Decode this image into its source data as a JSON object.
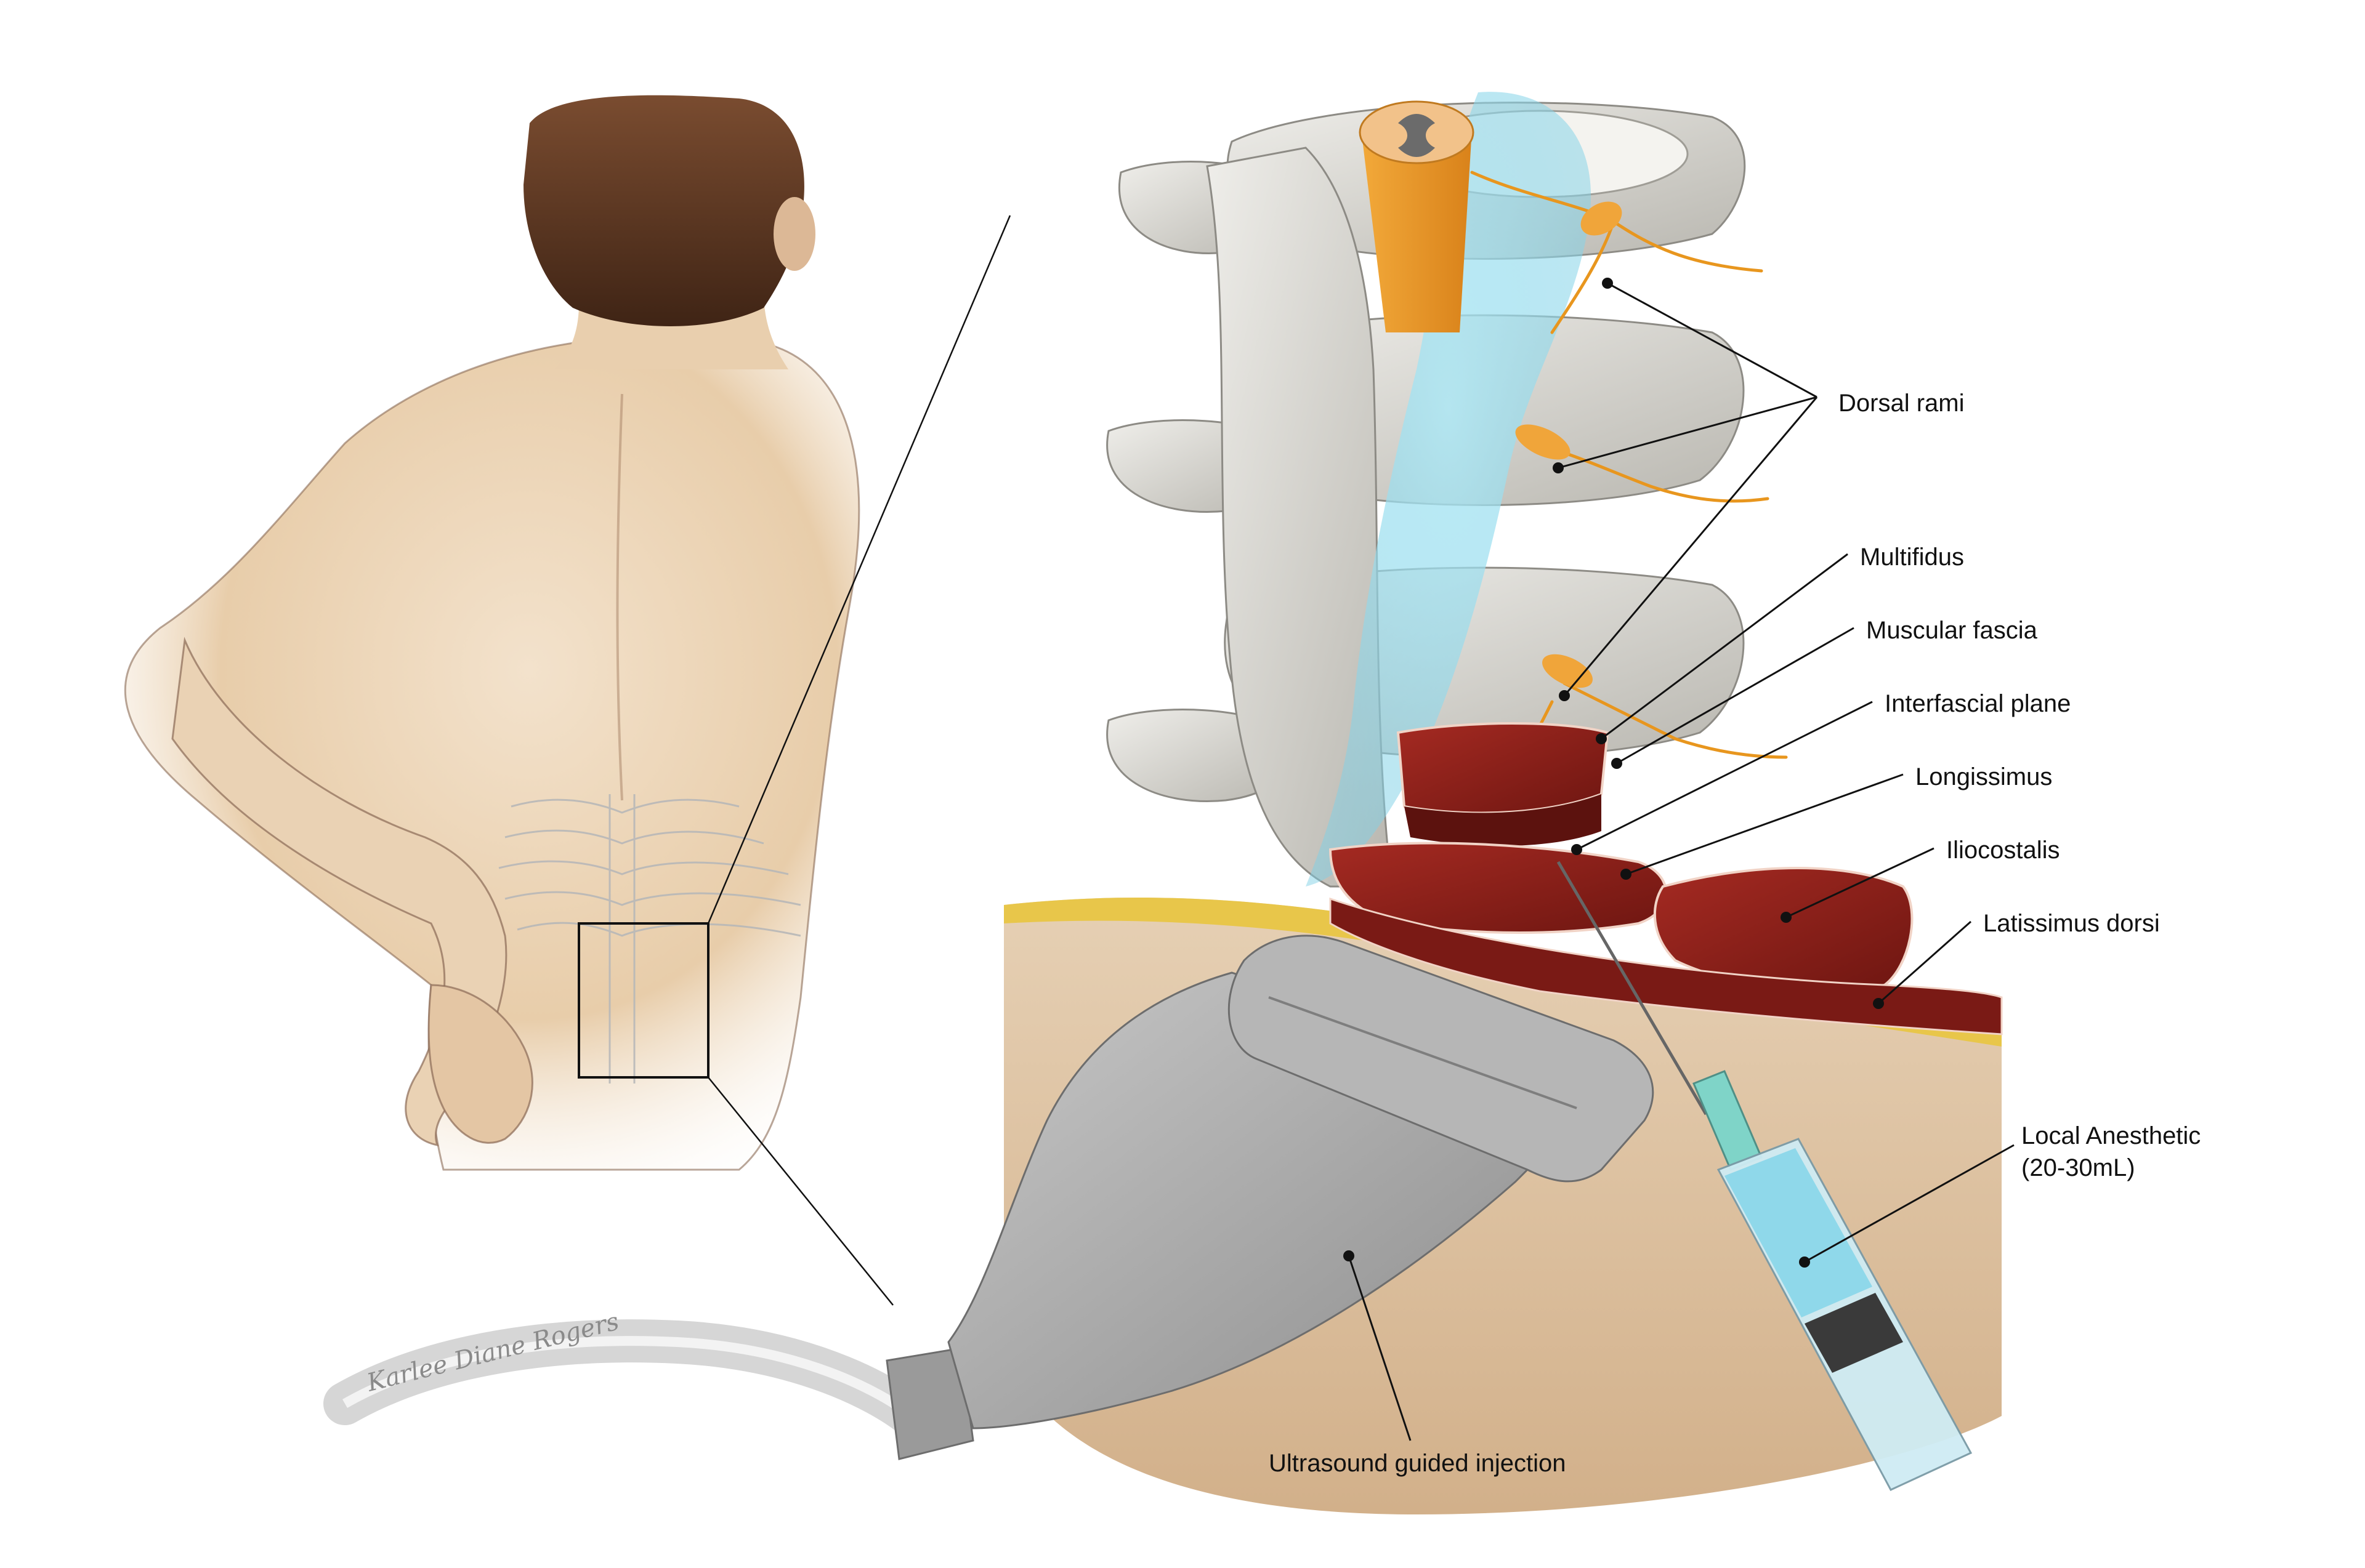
{
  "labels": {
    "dorsal_rami": "Dorsal rami",
    "multifidus": "Multifidus",
    "muscular_fascia": "Muscular fascia",
    "interfascial_plane": "Interfascial plane",
    "longissimus": "Longissimus",
    "iliocostalis": "Iliocostalis",
    "latissimus_dorsi": "Latissimus dorsi",
    "local_anesthetic_line1": "Local Anesthetic",
    "local_anesthetic_line2": "(20-30mL)",
    "ultrasound_guided_injection": "Ultrasound guided injection"
  },
  "signature": "Karlee Diane Rogers",
  "colors": {
    "skin": "#e6c8a6",
    "hair": "#5a3622",
    "bone": "#d8d6d0",
    "muscle": "#8f1f1a",
    "fat": "#e8c64a",
    "injectate": "#8fd8ea",
    "nerve": "#e8961e",
    "probe": "#a9a9a9",
    "tissue_bg": "#dcc2a4"
  },
  "icons": {
    "probe": "ultrasound-probe-icon",
    "syringe": "syringe-icon",
    "spine": "spine-icon",
    "patient": "patient-back-icon"
  }
}
